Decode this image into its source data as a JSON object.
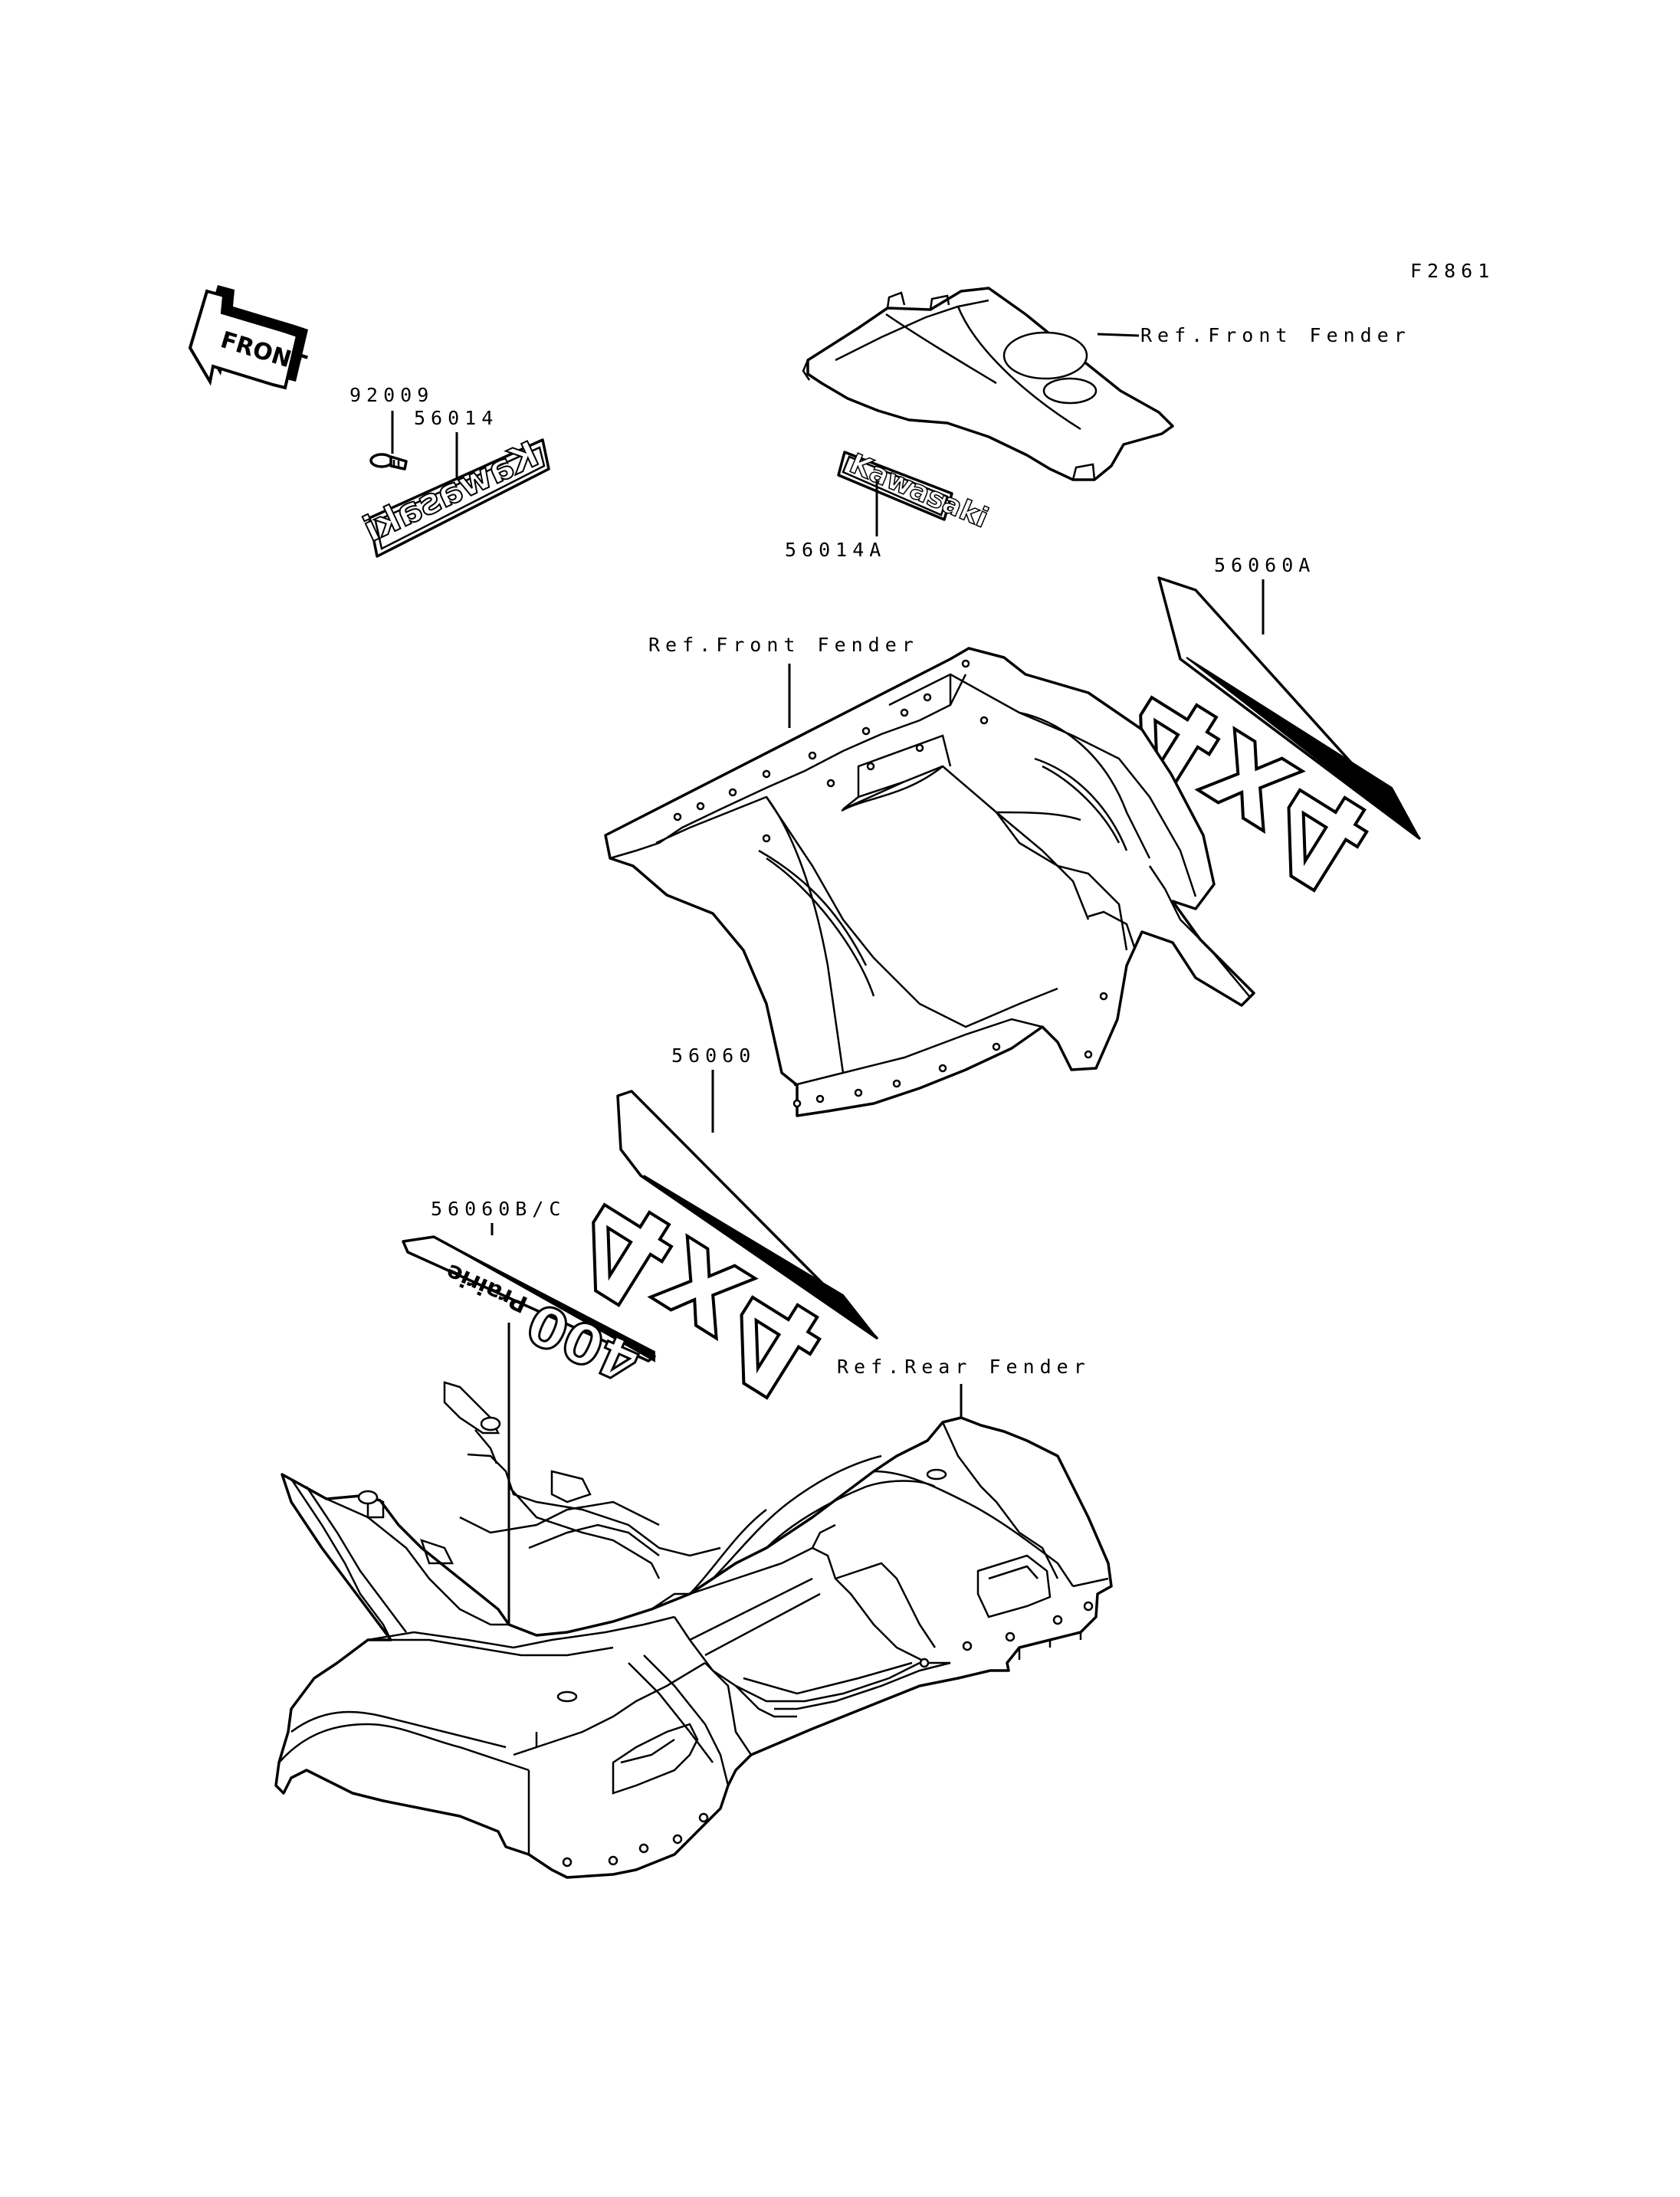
{
  "figure_code": "F2861",
  "front_arrow": {
    "text": "FRONT",
    "icon": "front-direction-arrow-icon"
  },
  "labels": {
    "screw": "92009",
    "emblem": "56014",
    "front_fender_ref_top": "Ref.Front Fender",
    "front_decal": "56014A",
    "decal_4x4_right": "56060A",
    "front_fender_ref_main": "Ref.Front Fender",
    "decal_4x4_left": "56060",
    "decal_400": "56060B/C",
    "rear_fender_ref": "Ref.Rear Fender"
  },
  "decal_text": {
    "emblem_logo": "Kawasaki",
    "front_decal_logo": "Kawasaki",
    "decal_4x4": "4x4",
    "decal_400_word": "Prairie",
    "decal_400_number": "400"
  }
}
